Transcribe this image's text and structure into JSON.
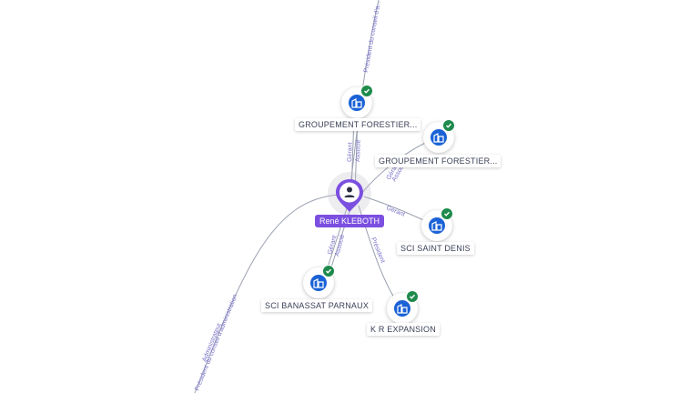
{
  "person": {
    "name": "René KLEBOTH",
    "icon": "person-icon"
  },
  "companies": [
    {
      "id": "gf1",
      "name": "GROUPEMENT FORESTIER..."
    },
    {
      "id": "gf2",
      "name": "GROUPEMENT FORESTIER..."
    },
    {
      "id": "scisd",
      "name": "SCI SAINT DENIS"
    },
    {
      "id": "scibp",
      "name": "SCI BANASSAT PARNAUX"
    },
    {
      "id": "krexp",
      "name": "K R EXPANSION"
    }
  ],
  "edge_labels": {
    "top_offscreen": "Président du conseil d'a...",
    "gf1": [
      "Gérant",
      "Associé"
    ],
    "gf2": [
      "Gérant",
      "Associé"
    ],
    "scisd": "Gérant",
    "scibp": [
      "Gérant",
      "Associé"
    ],
    "krexp": "Président",
    "bottom_offscreen": [
      "Président du conseil d'administration",
      "Administrateur"
    ]
  },
  "colors": {
    "person_accent": "#7b4fe0",
    "company_icon": "#1a62d6",
    "verified_badge": "#1e8a4c",
    "edge": "#9a9fb0",
    "edge_label": "#7a72c8"
  },
  "icons": {
    "company": "building-icon",
    "verified": "check-icon"
  }
}
